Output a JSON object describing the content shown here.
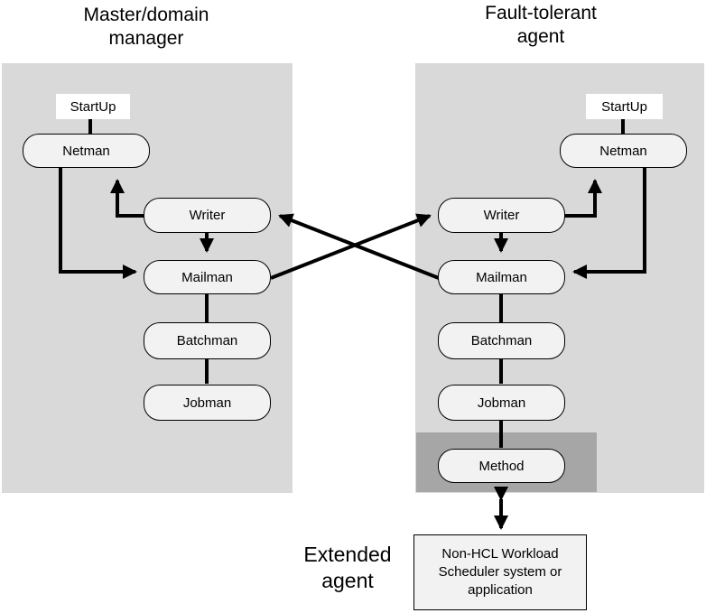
{
  "titles": {
    "master": [
      "Master/domain",
      "manager"
    ],
    "fta": [
      "Fault-tolerant",
      "agent"
    ]
  },
  "master": {
    "startup": "StartUp",
    "netman": "Netman",
    "writer": "Writer",
    "mailman": "Mailman",
    "batchman": "Batchman",
    "jobman": "Jobman"
  },
  "fta": {
    "startup": "StartUp",
    "netman": "Netman",
    "writer": "Writer",
    "mailman": "Mailman",
    "batchman": "Batchman",
    "jobman": "Jobman",
    "method": "Method"
  },
  "extended": {
    "label": [
      "Extended",
      "agent"
    ],
    "box": [
      "Non-HCL Workload",
      "Scheduler system or",
      "application"
    ]
  },
  "colors": {
    "pane": "#d9d9d9",
    "method_band": "#a6a6a6",
    "node_fill": "#f2f2f2",
    "line": "#000000"
  }
}
